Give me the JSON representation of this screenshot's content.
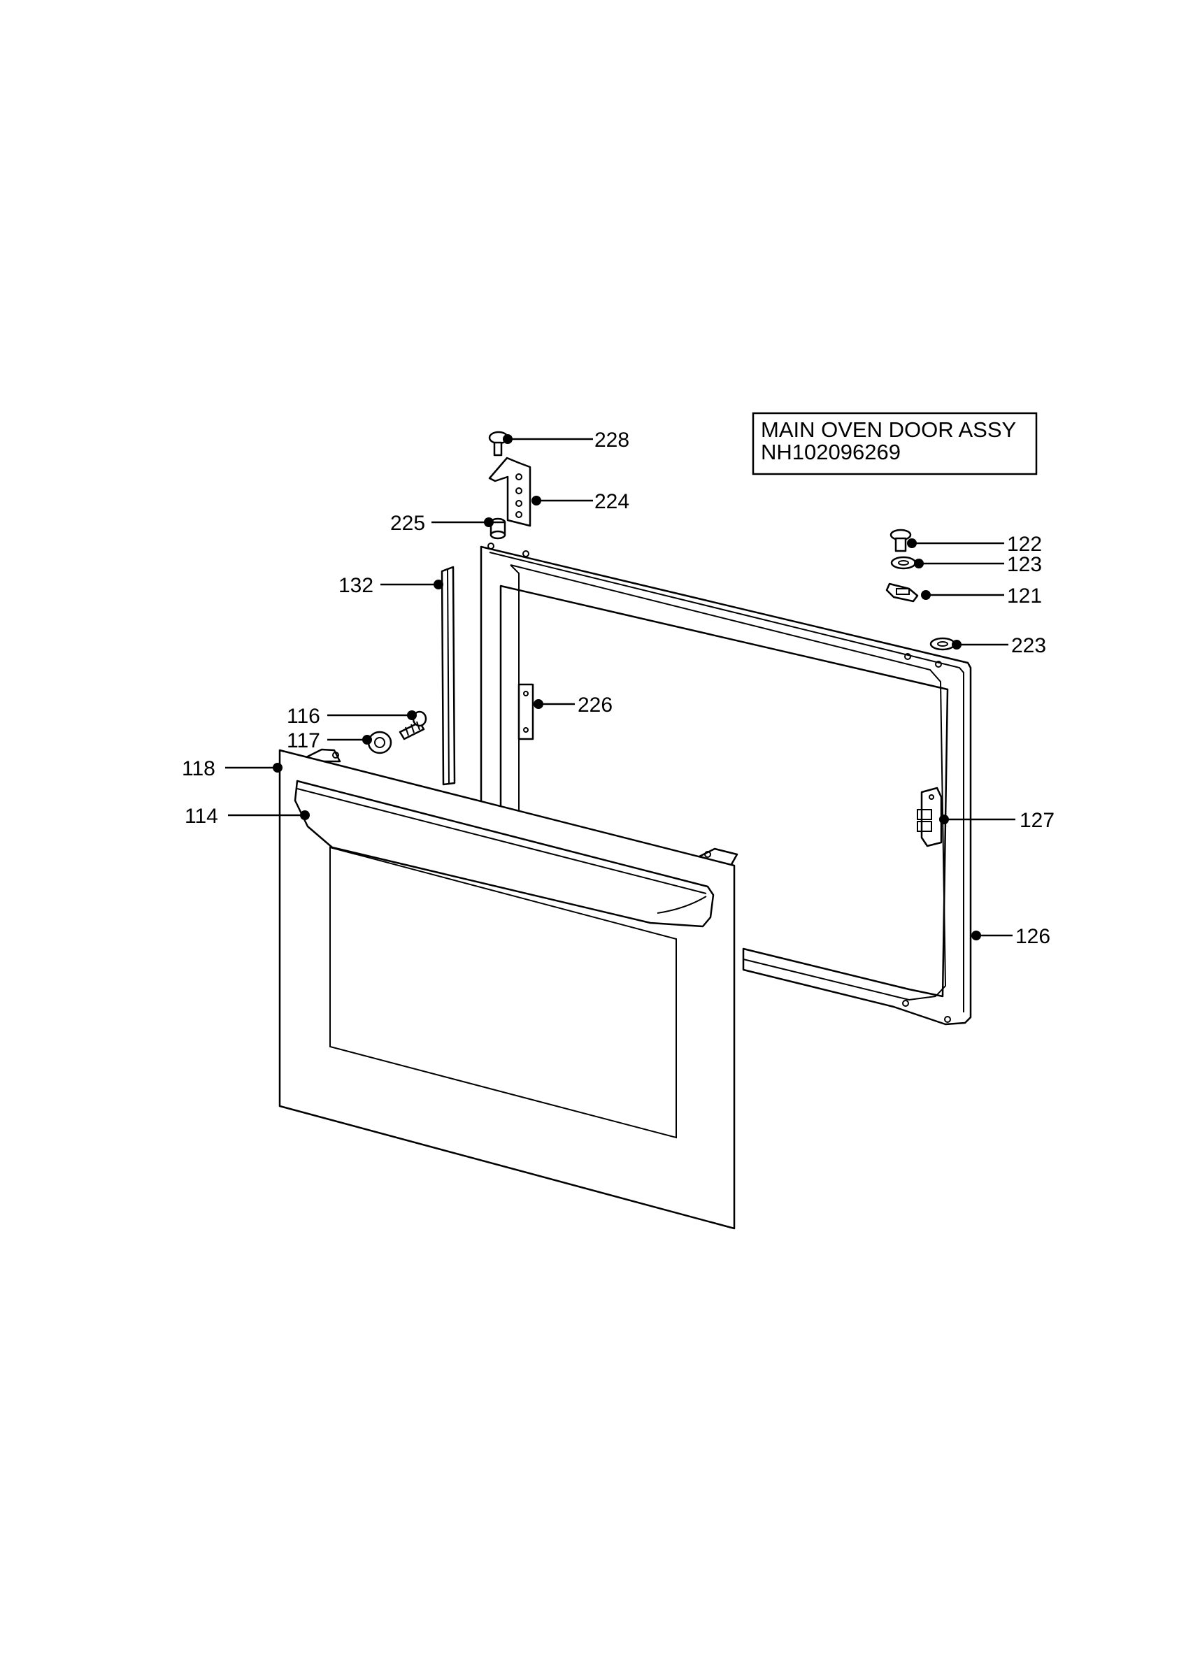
{
  "title_box": {
    "line1": "MAIN OVEN DOOR ASSY",
    "line2": "NH102096269"
  },
  "callouts": [
    {
      "id": "c228",
      "label": "228"
    },
    {
      "id": "c224",
      "label": "224"
    },
    {
      "id": "c225",
      "label": "225"
    },
    {
      "id": "c132",
      "label": "132"
    },
    {
      "id": "c122",
      "label": "122"
    },
    {
      "id": "c123",
      "label": "123"
    },
    {
      "id": "c121",
      "label": "121"
    },
    {
      "id": "c223",
      "label": "223"
    },
    {
      "id": "c226",
      "label": "226"
    },
    {
      "id": "c116",
      "label": "116"
    },
    {
      "id": "c117",
      "label": "117"
    },
    {
      "id": "c118",
      "label": "118"
    },
    {
      "id": "c114",
      "label": "114"
    },
    {
      "id": "c127",
      "label": "127"
    },
    {
      "id": "c126",
      "label": "126"
    }
  ]
}
